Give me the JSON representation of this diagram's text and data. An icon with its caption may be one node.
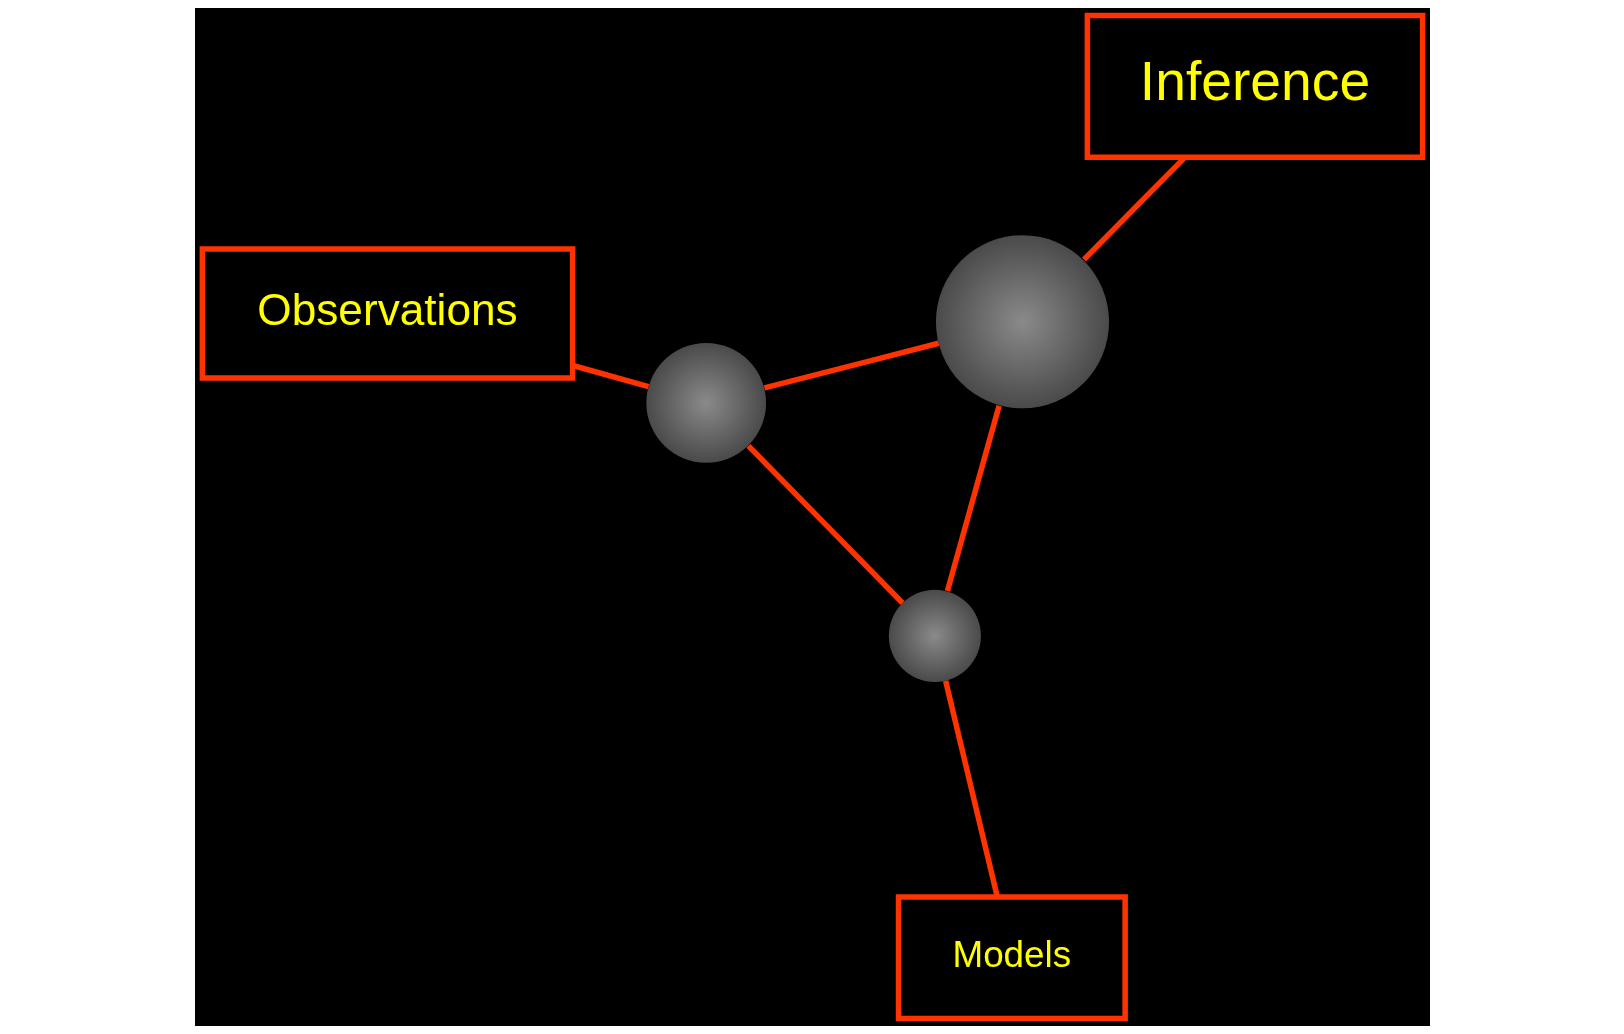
{
  "diagram": {
    "nodes": [
      {
        "text": [
          "Models"
        ]
      },
      {
        "text": [],
        "shape": "circle"
      },
      {
        "text": [],
        "shape": "circle"
      },
      {
        "text": [
          "Observations"
        ]
      },
      {
        "text": [],
        "shape": "circle"
      },
      {
        "text": [
          "Inference"
        ]
      }
    ],
    "edges": [
      {
        "from": 0,
        "to": 1,
        "arrow": "none"
      },
      {
        "from": 1,
        "to": 2,
        "arrow": "none"
      },
      {
        "from": 2,
        "to": 3,
        "arrow": "none"
      },
      {
        "from": 1,
        "to": 4,
        "arrow": "none"
      },
      {
        "from": 4,
        "to": 2,
        "arrow": "none"
      },
      {
        "from": 5,
        "to": 4,
        "arrow": "none"
      }
    ]
  }
}
